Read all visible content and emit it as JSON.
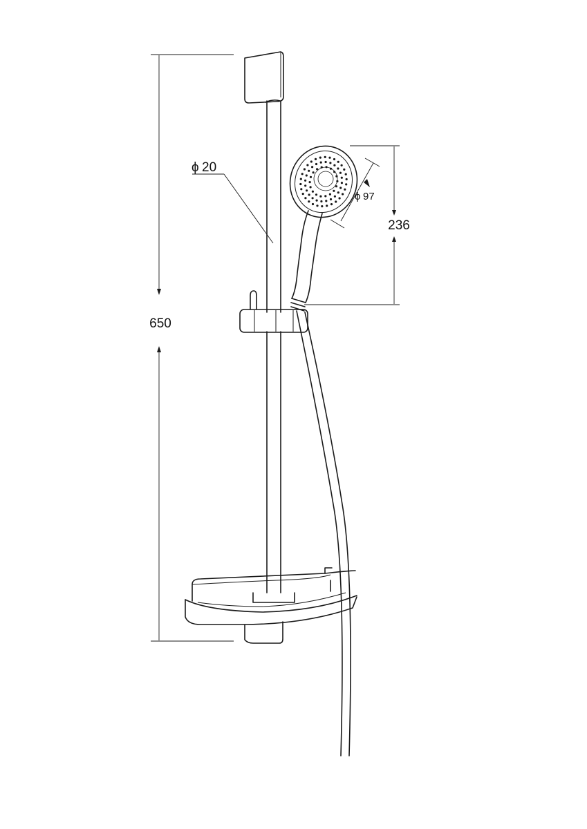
{
  "dimensions": {
    "overall_height": {
      "value": "650"
    },
    "rail_diameter": {
      "symbol": "ϕ",
      "value": "20"
    },
    "head_diameter": {
      "symbol": "ϕ",
      "value": "97"
    },
    "handshower_length": {
      "value": "236"
    }
  },
  "colors": {
    "line": "#1a1a1a",
    "background": "#ffffff"
  }
}
